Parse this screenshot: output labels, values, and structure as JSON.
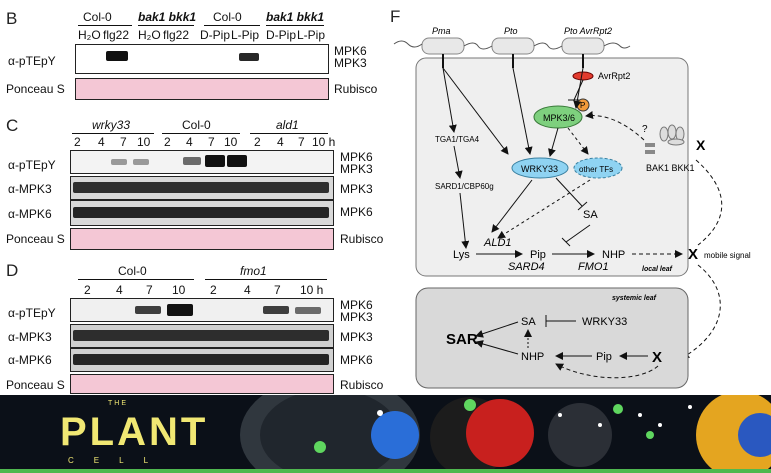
{
  "panels": {
    "B": {
      "letter": "B",
      "headers": [
        {
          "text": "Col-0",
          "italic": false
        },
        {
          "text": "bak1 bkk1",
          "italic": true
        },
        {
          "text": "Col-0",
          "italic": false
        },
        {
          "text": "bak1 bkk1",
          "italic": true
        }
      ],
      "treatments": [
        "H₂O",
        "flg22",
        "H₂O",
        "flg22",
        "D-Pip",
        "L-Pip",
        "D-Pip",
        "L-Pip"
      ],
      "row_labels": [
        "α-pTEpY",
        "Ponceau S"
      ],
      "right_labels": [
        "MPK6",
        "MPK3",
        "Rubisco"
      ]
    },
    "C": {
      "letter": "C",
      "headers": [
        {
          "text": "wrky33",
          "italic": true
        },
        {
          "text": "Col-0",
          "italic": false
        },
        {
          "text": "ald1",
          "italic": true
        }
      ],
      "timepoints": [
        "2",
        "4",
        "7",
        "10",
        "2",
        "4",
        "7",
        "10",
        "2",
        "4",
        "7",
        "10 h"
      ],
      "row_labels": [
        "α-pTEpY",
        "α-MPK3",
        "α-MPK6",
        "Ponceau S"
      ],
      "right_labels": [
        "MPK6",
        "MPK3",
        "MPK3",
        "MPK6",
        "Rubisco"
      ]
    },
    "D": {
      "letter": "D",
      "headers": [
        {
          "text": "Col-0",
          "italic": false
        },
        {
          "text": "fmo1",
          "italic": true
        }
      ],
      "timepoints": [
        "2",
        "4",
        "7",
        "10",
        "2",
        "4",
        "7",
        "10 h"
      ],
      "row_labels": [
        "α-pTEpY",
        "α-MPK3",
        "α-MPK6",
        "Ponceau S"
      ],
      "right_labels": [
        "MPK6",
        "MPK3",
        "MPK3",
        "MPK6",
        "Rubisco"
      ]
    },
    "F": {
      "letter": "F",
      "pathogens": [
        "Pma",
        "Pto",
        "Pto AvrRpt2"
      ],
      "nodes": {
        "avrrpt2": "AvrRpt2",
        "p": "P",
        "mpk": "MPK3/6",
        "question": "?",
        "bak1": "BAK1 BKK1",
        "tga": "TGA1/TGA4",
        "sard1": "SARD1/CBP60g",
        "wrky33": "WRKY33",
        "other_tfs": "other TFs",
        "sa": "SA",
        "lys": "Lys",
        "ald1": "ALD1",
        "pip": "Pip",
        "sard4": "SARD4",
        "nhp": "NHP",
        "fmo1": "FMO1",
        "x_local": "X",
        "mobile": "mobile signal",
        "local_leaf": "local leaf",
        "x_top": "X",
        "systemic_leaf": "systemic leaf",
        "sar": "SAR",
        "sys_sa": "SA",
        "sys_wrky33": "WRKY33",
        "sys_nhp": "NHP",
        "sys_pip": "Pip",
        "x_sys": "X"
      }
    }
  },
  "footer": {
    "the": "THE",
    "plant": "PLANT",
    "cell": "CELL"
  },
  "colors": {
    "ponceau": "#f4c7d5",
    "mpk_green": "#7ed07e",
    "wrky_blue": "#8fd3f2",
    "avr_red": "#e23b2e",
    "p_orange": "#f29a3a",
    "logo_yellow": "#f1e873"
  }
}
